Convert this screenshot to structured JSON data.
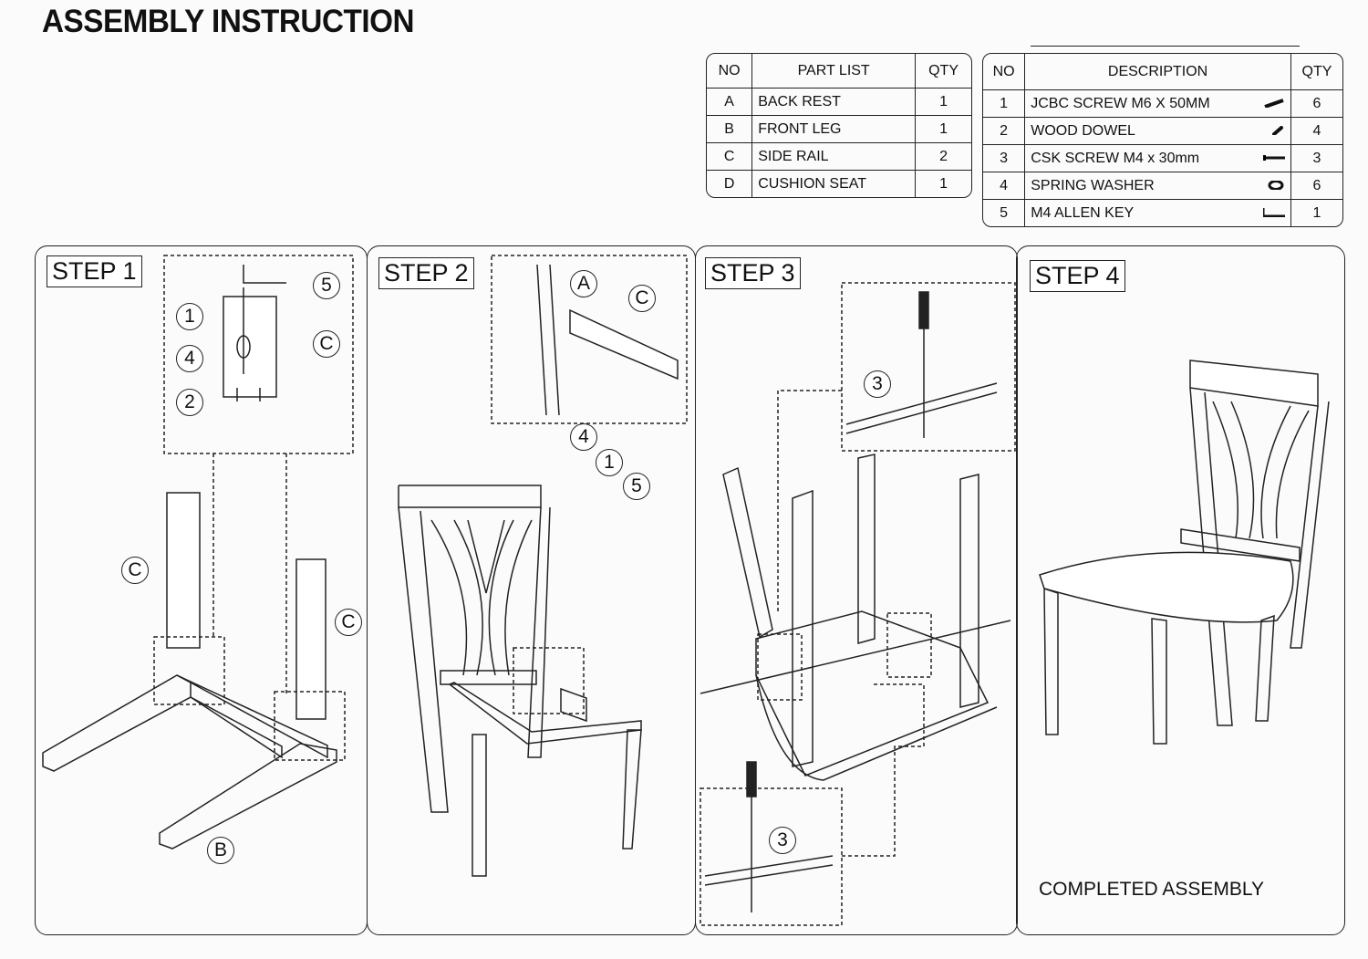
{
  "title": "ASSEMBLY INSTRUCTION",
  "parts": {
    "headers": [
      "NO",
      "PART LIST",
      "QTY"
    ],
    "rows": [
      [
        "A",
        "BACK REST",
        "1"
      ],
      [
        "B",
        "FRONT LEG",
        "1"
      ],
      [
        "C",
        "SIDE RAIL",
        "2"
      ],
      [
        "D",
        "CUSHION SEAT",
        "1"
      ]
    ]
  },
  "hardware": {
    "headers": [
      "NO",
      "DESCRIPTION",
      "QTY"
    ],
    "rows": [
      {
        "no": "1",
        "desc": "JCBC SCREW M6 X 50MM",
        "icon": "bolt-icon",
        "qty": "6"
      },
      {
        "no": "2",
        "desc": "WOOD DOWEL",
        "icon": "dowel-icon",
        "qty": "4"
      },
      {
        "no": "3",
        "desc": "CSK SCREW M4 x 30mm",
        "icon": "screw-icon",
        "qty": "3"
      },
      {
        "no": "4",
        "desc": "SPRING WASHER",
        "icon": "washer-icon",
        "qty": "6"
      },
      {
        "no": "5",
        "desc": "M4 ALLEN KEY",
        "icon": "allen-key-icon",
        "qty": "1"
      }
    ]
  },
  "steps": [
    {
      "label": "STEP 1",
      "callouts": [
        "5",
        "1",
        "4",
        "C",
        "2",
        "C",
        "C",
        "B"
      ]
    },
    {
      "label": "STEP 2",
      "callouts": [
        "A",
        "C",
        "4",
        "1",
        "5"
      ]
    },
    {
      "label": "STEP 3",
      "callouts": [
        "3",
        "3"
      ]
    },
    {
      "label": "STEP 4",
      "caption": "COMPLETED ASSEMBLY"
    }
  ]
}
